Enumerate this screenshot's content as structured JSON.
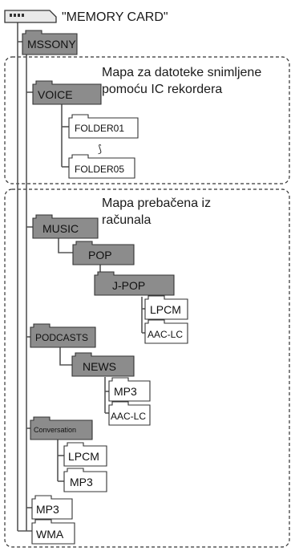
{
  "root": {
    "label": "\"MEMORY CARD\"",
    "icon": "memory-card-icon"
  },
  "group_voice": {
    "description": [
      "Mapa za datoteke snimljene",
      "pomoću IC rekordera"
    ]
  },
  "group_pc": {
    "description": [
      "Mapa prebačena iz",
      "računala"
    ]
  },
  "folders": {
    "mssony": "MSSONY",
    "voice": "VOICE",
    "folder01": "FOLDER01",
    "ellipsis": "⟆",
    "folder05": "FOLDER05",
    "music": "MUSIC",
    "pop": "POP",
    "jpop": "J-POP",
    "lpcm_jpop": "LPCM",
    "aac_jpop": "AAC-LC",
    "podcasts": "PODCASTS",
    "news": "NEWS",
    "mp3_news": "MP3",
    "aac_news": "AAC-LC",
    "conversation": "Conversation",
    "lpcm_conv": "LPCM",
    "mp3_conv": "MP3",
    "mp3_root": "MP3",
    "wma_root": "WMA"
  },
  "colors": {
    "folder_gray": "#8c8c8c",
    "folder_white": "#ffffff",
    "line": "#555555",
    "dash": "#333333"
  }
}
